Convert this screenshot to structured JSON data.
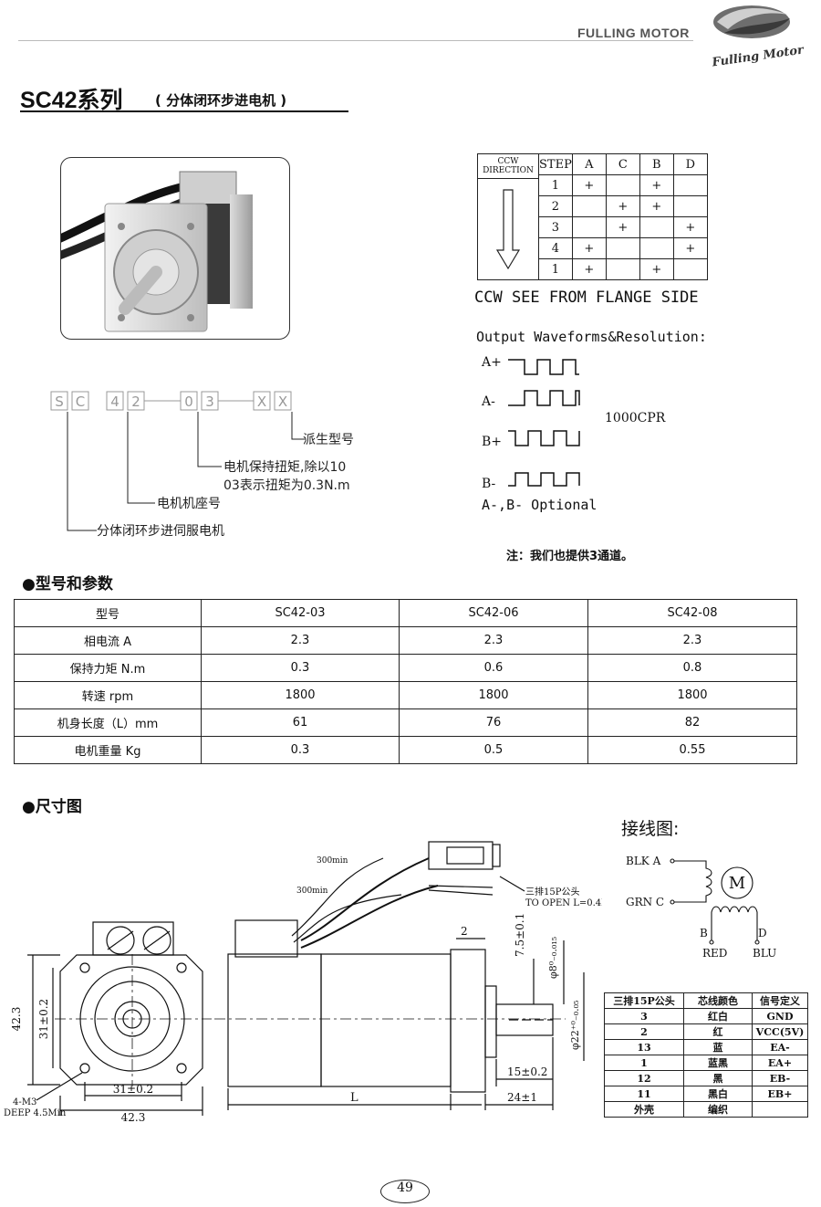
{
  "header": {
    "brand": "FULLING MOTOR",
    "logo_script": "Fulling Motor"
  },
  "title": {
    "main": "SC42系列",
    "sub": "( 分体闭环步进电机 )"
  },
  "model_code": {
    "boxes": [
      "S",
      "C",
      "4",
      "2",
      "0",
      "3",
      "X",
      "X"
    ],
    "legend": [
      "派生型号",
      "电机保持扭矩,除以10",
      "03表示扭矩为0.3N.m",
      "电机机座号",
      "分体闭环步进伺服电机"
    ]
  },
  "step_table": {
    "header_cell": [
      "CCW",
      "DIRECTION"
    ],
    "columns": [
      "STEP",
      "A",
      "C",
      "B",
      "D"
    ],
    "rows": [
      [
        "1",
        "+",
        "",
        "+",
        ""
      ],
      [
        "2",
        "",
        "+",
        "+",
        ""
      ],
      [
        "3",
        "",
        "+",
        "",
        "+"
      ],
      [
        "4",
        "+",
        "",
        "",
        "+"
      ],
      [
        "1",
        "+",
        "",
        "+",
        ""
      ]
    ],
    "caption": "CCW SEE FROM FLANGE SIDE"
  },
  "waveforms": {
    "title": "Output Waveforms&Resolution:",
    "signals": [
      "A+",
      "A-",
      "B+",
      "B-"
    ],
    "resolution": "1000CPR",
    "optional": "A-,B- Optional",
    "note": "注：我们也提供3通道。"
  },
  "specs": {
    "heading": "型号和参数",
    "columns": [
      "型号",
      "SC42-03",
      "SC42-06",
      "SC42-08"
    ],
    "rows": [
      [
        "相电流 A",
        "2.3",
        "2.3",
        "2.3"
      ],
      [
        "保持力矩 N.m",
        "0.3",
        "0.6",
        "0.8"
      ],
      [
        "转速 rpm",
        "1800",
        "1800",
        "1800"
      ],
      [
        "机身长度（L）mm",
        "61",
        "76",
        "82"
      ],
      [
        "电机重量 Kg",
        "0.3",
        "0.5",
        "0.55"
      ]
    ]
  },
  "dimensions": {
    "heading": "尺寸图",
    "front": {
      "height": "42.3",
      "hole_v": "31±0.2",
      "hole_h": "31±0.2",
      "width": "42.3",
      "thread": "4-M3",
      "depth": "DEEP 4.5Min"
    },
    "side": {
      "lead1": "300min",
      "lead2": "300min",
      "connector_note_1": "三排15P公头",
      "connector_note_2": "TO OPEN L=0.4M",
      "flange": "2",
      "key": "7.5±0.1",
      "shaft_dia": "φ8⁰₋₀.₀₁₅",
      "pilot_dia": "φ22⁺⁰₋₀.₀₅",
      "shaft_len": "15±0.2",
      "shaft_total": "24±1",
      "body_len": "L"
    }
  },
  "wiring": {
    "title": "接线图:",
    "labels": [
      "BLK A",
      "GRN C",
      "B",
      "D",
      "RED",
      "BLU",
      "M"
    ],
    "table": {
      "columns": [
        "三排15P公头",
        "芯线颜色",
        "信号定义"
      ],
      "rows": [
        [
          "3",
          "红白",
          "GND"
        ],
        [
          "2",
          "红",
          "VCC(5V)"
        ],
        [
          "13",
          "蓝",
          "EA-"
        ],
        [
          "1",
          "蓝黑",
          "EA+"
        ],
        [
          "12",
          "黑",
          "EB-"
        ],
        [
          "11",
          "黑白",
          "EB+"
        ],
        [
          "外壳",
          "编织",
          ""
        ]
      ]
    }
  },
  "page_number": "49"
}
